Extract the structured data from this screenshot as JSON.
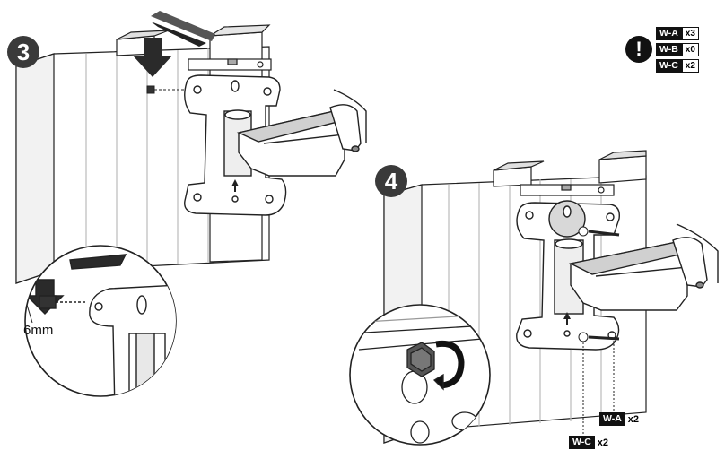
{
  "step3": {
    "number": "3",
    "dimension_label": "6mm"
  },
  "step4": {
    "number": "4"
  },
  "notice_icon": "exclamation-icon",
  "hardware_legend": [
    {
      "tag": "W-A",
      "qty": "x3"
    },
    {
      "tag": "W-B",
      "qty": "x0"
    },
    {
      "tag": "W-C",
      "qty": "x2"
    }
  ],
  "callouts": [
    {
      "tag": "W-A",
      "qty": "x2"
    },
    {
      "tag": "W-C",
      "qty": "x2"
    }
  ]
}
